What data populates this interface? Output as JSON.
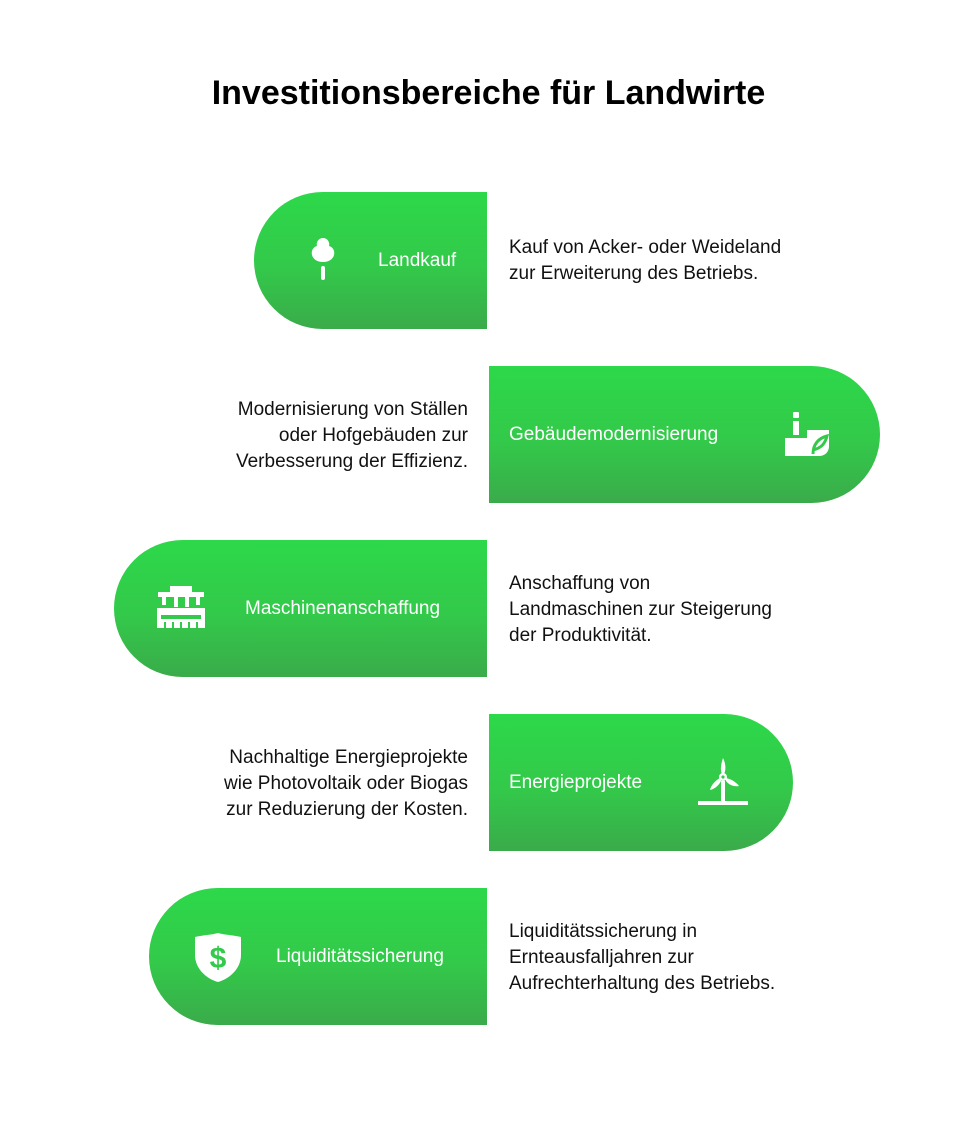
{
  "title": "Investitionsbereiche für Landwirte",
  "items": [
    {
      "label": "Landkauf",
      "icon": "tree-icon",
      "description": [
        "Kauf von Acker- oder Weideland",
        "zur Erweiterung des Betriebs."
      ]
    },
    {
      "label": "Gebäudemodernisierung",
      "icon": "eco-factory-icon",
      "description": [
        "Modernisierung von Ställen",
        "oder Hofgebäuden zur",
        "Verbesserung der Effizienz."
      ]
    },
    {
      "label": "Maschinenanschaffung",
      "icon": "farm-machine-icon",
      "description": [
        "Anschaffung von",
        "Landmaschinen zur Steigerung",
        "der Produktivität."
      ]
    },
    {
      "label": "Energieprojekte",
      "icon": "wind-turbine-icon",
      "description": [
        "Nachhaltige Energieprojekte",
        "wie Photovoltaik oder Biogas",
        "zur Reduzierung der Kosten."
      ]
    },
    {
      "label": "Liquiditätssicherung",
      "icon": "shield-dollar-icon",
      "description": [
        "Liquiditätssicherung in",
        "Ernteausfalljahren zur",
        "Aufrechterhaltung des Betriebs."
      ]
    }
  ],
  "colors": {
    "gradient_top": "#2dd84a",
    "gradient_bottom": "#3aab4a"
  }
}
